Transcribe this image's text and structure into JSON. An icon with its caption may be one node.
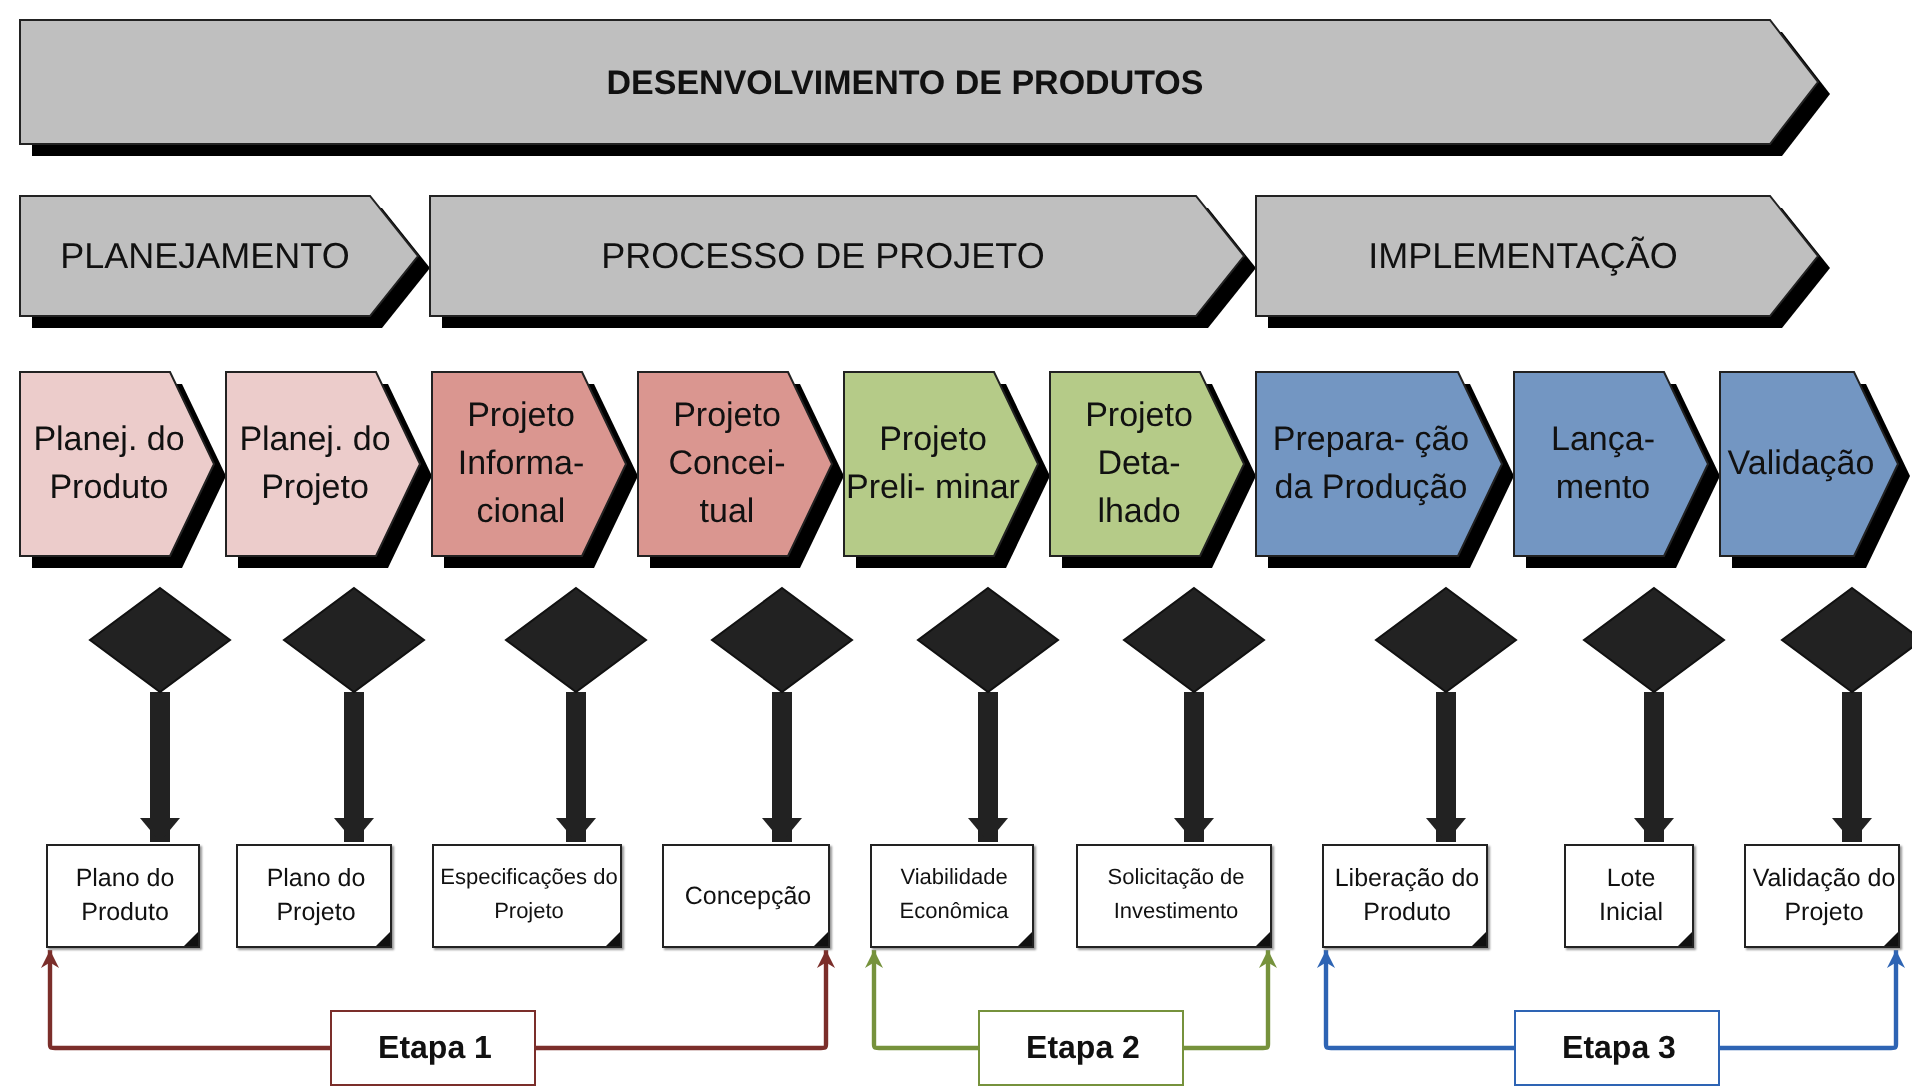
{
  "diagram": {
    "nodes": [
      {
        "text": [
          "DESENVOLVIMENTO DE PRODUTOS"
        ]
      },
      {
        "text": [
          "PLANEJAMENTO"
        ]
      },
      {
        "text": [
          "PROCESSO DE PROJETO"
        ]
      },
      {
        "text": [
          "IMPLEMENTAÇÃO"
        ]
      },
      {
        "text": [
          "Planej. do Produto"
        ]
      },
      {
        "text": [
          "Planej. do Projeto"
        ]
      },
      {
        "text": [
          "Projeto Informa- cional"
        ]
      },
      {
        "text": [
          "Projeto Concei- tual"
        ]
      },
      {
        "text": [
          "Projeto Preli- minar"
        ]
      },
      {
        "text": [
          "Projeto Deta- lhado"
        ]
      },
      {
        "text": [
          "Prepara- ção da Produção"
        ]
      },
      {
        "text": [
          "Lança- mento"
        ]
      },
      {
        "text": [
          "Validação"
        ]
      },
      {
        "text": [],
        "shape": "diamond"
      },
      {
        "text": [],
        "shape": "diamond"
      },
      {
        "text": [],
        "shape": "diamond"
      },
      {
        "text": [],
        "shape": "diamond"
      },
      {
        "text": [],
        "shape": "diamond"
      },
      {
        "text": [],
        "shape": "diamond"
      },
      {
        "text": [],
        "shape": "diamond"
      },
      {
        "text": [],
        "shape": "diamond"
      },
      {
        "text": [],
        "shape": "diamond"
      },
      {
        "text": [
          "Plano do Produto"
        ]
      },
      {
        "text": [
          "Plano do Projeto"
        ]
      },
      {
        "text": [
          "Especificações do Projeto"
        ]
      },
      {
        "text": [
          "Concepção"
        ]
      },
      {
        "text": [
          "Viabilidade Econômica"
        ]
      },
      {
        "text": [
          "Solicitação de Investimento"
        ]
      },
      {
        "text": [
          "Liberação do Produto"
        ]
      },
      {
        "text": [
          "Lote Inicial"
        ]
      },
      {
        "text": [
          "Validação do Projeto"
        ]
      },
      {
        "text": [
          "Etapa 1"
        ]
      },
      {
        "text": [
          "Etapa 2"
        ]
      },
      {
        "text": [
          "Etapa 3"
        ]
      }
    ],
    "edges": [
      {
        "from": 13,
        "to": 22,
        "arrow": "to"
      },
      {
        "from": 14,
        "to": 23,
        "arrow": "to"
      },
      {
        "from": 15,
        "to": 24,
        "arrow": "to"
      },
      {
        "from": 16,
        "to": 25,
        "arrow": "to"
      },
      {
        "from": 17,
        "to": 26,
        "arrow": "to"
      },
      {
        "from": 18,
        "to": 27,
        "arrow": "to"
      },
      {
        "from": 19,
        "to": 28,
        "arrow": "to"
      },
      {
        "from": 20,
        "to": 29,
        "arrow": "to"
      },
      {
        "from": 21,
        "to": 30,
        "arrow": "to"
      },
      {
        "from": 31,
        "to": 22,
        "arrow": "to",
        "color": "#7b2e2a"
      },
      {
        "from": 31,
        "to": 25,
        "arrow": "to",
        "color": "#7b2e2a"
      },
      {
        "from": 32,
        "to": 26,
        "arrow": "to",
        "color": "#76923c"
      },
      {
        "from": 32,
        "to": 27,
        "arrow": "to",
        "color": "#76923c"
      },
      {
        "from": 33,
        "to": 28,
        "arrow": "to",
        "color": "#2e64b4"
      },
      {
        "from": 33,
        "to": 30,
        "arrow": "to",
        "color": "#2e64b4"
      }
    ]
  }
}
